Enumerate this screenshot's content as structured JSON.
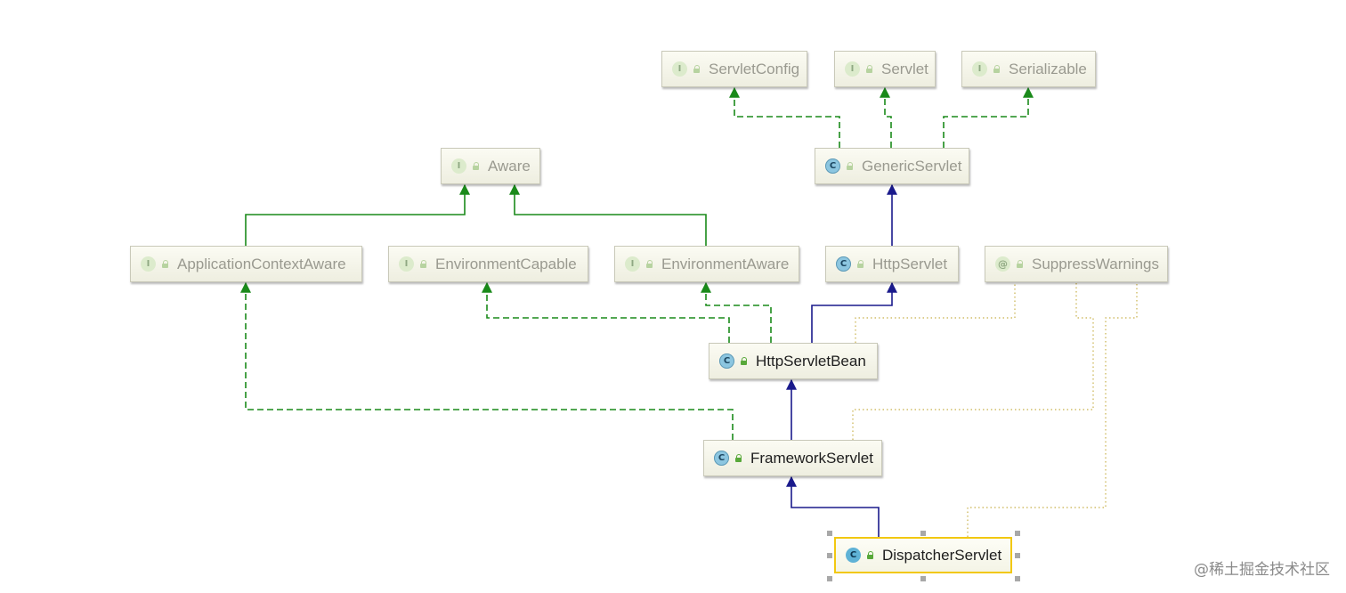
{
  "nodes": [
    {
      "id": "servletconfig",
      "label": "ServletConfig",
      "kind": "interface",
      "badge": "I"
    },
    {
      "id": "servlet",
      "label": "Servlet",
      "kind": "interface",
      "badge": "I"
    },
    {
      "id": "serializable",
      "label": "Serializable",
      "kind": "interface",
      "badge": "I"
    },
    {
      "id": "genericservlet",
      "label": "GenericServlet",
      "kind": "abstract",
      "badge": "C"
    },
    {
      "id": "aware",
      "label": "Aware",
      "kind": "interface",
      "badge": "I"
    },
    {
      "id": "applicationcontextaware",
      "label": "ApplicationContextAware",
      "kind": "interface",
      "badge": "I"
    },
    {
      "id": "environmentcapable",
      "label": "EnvironmentCapable",
      "kind": "interface",
      "badge": "I"
    },
    {
      "id": "environmentaware",
      "label": "EnvironmentAware",
      "kind": "interface",
      "badge": "I"
    },
    {
      "id": "httpservlet",
      "label": "HttpServlet",
      "kind": "abstract",
      "badge": "C"
    },
    {
      "id": "suppresswarnings",
      "label": "SuppressWarnings",
      "kind": "annotation",
      "badge": "@"
    },
    {
      "id": "httpservletbean",
      "label": "HttpServletBean",
      "kind": "abstract",
      "badge": "C",
      "active": true
    },
    {
      "id": "frameworkservlet",
      "label": "FrameworkServlet",
      "kind": "abstract",
      "badge": "C",
      "active": true
    },
    {
      "id": "dispatcherservlet",
      "label": "DispatcherServlet",
      "kind": "concrete",
      "badge": "C",
      "active": true,
      "selected": true
    }
  ],
  "edges": [
    {
      "from": "genericservlet",
      "to": "servletconfig",
      "type": "implements"
    },
    {
      "from": "genericservlet",
      "to": "servlet",
      "type": "implements"
    },
    {
      "from": "genericservlet",
      "to": "serializable",
      "type": "implements"
    },
    {
      "from": "applicationcontextaware",
      "to": "aware",
      "type": "extends-interface"
    },
    {
      "from": "environmentaware",
      "to": "aware",
      "type": "extends-interface"
    },
    {
      "from": "httpservlet",
      "to": "genericservlet",
      "type": "extends"
    },
    {
      "from": "httpservletbean",
      "to": "httpservlet",
      "type": "extends"
    },
    {
      "from": "httpservletbean",
      "to": "environmentcapable",
      "type": "implements"
    },
    {
      "from": "httpservletbean",
      "to": "environmentaware",
      "type": "implements"
    },
    {
      "from": "frameworkservlet",
      "to": "httpservletbean",
      "type": "extends"
    },
    {
      "from": "frameworkservlet",
      "to": "applicationcontextaware",
      "type": "implements"
    },
    {
      "from": "dispatcherservlet",
      "to": "frameworkservlet",
      "type": "extends"
    },
    {
      "from": "httpservletbean",
      "to": "suppresswarnings",
      "type": "annotated"
    },
    {
      "from": "frameworkservlet",
      "to": "suppresswarnings",
      "type": "annotated"
    },
    {
      "from": "dispatcherservlet",
      "to": "suppresswarnings",
      "type": "annotated"
    }
  ],
  "colors": {
    "implements": "#1a8a1a",
    "extends": "#1a1a8c",
    "annotated": "#c8b04a",
    "selected_border": "#f2c811"
  },
  "watermark": "@稀土掘金技术社区"
}
